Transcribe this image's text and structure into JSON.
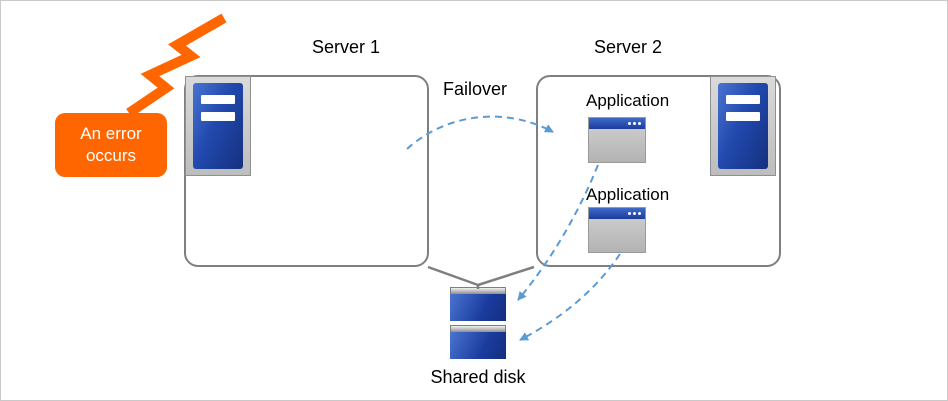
{
  "labels": {
    "error": "An error occurs",
    "server1": "Server 1",
    "server2": "Server 2",
    "failover": "Failover",
    "applications": [
      "Application",
      "Application"
    ],
    "shared_disk": "Shared disk"
  },
  "icons": {
    "error_burst": "orange zigzag lightning bolt",
    "server": "blue tower server in gray frame",
    "application": "gray window with blue titlebar and three dots",
    "shared_disk": "two stacked blue disk units"
  },
  "colors": {
    "accent_orange": "#FF6600",
    "server_blue": "#1B3C9E",
    "server_blue_light": "#4A74D0",
    "dashed_arrow_blue": "#5B9BD5",
    "connector_gray": "#7F7F7F",
    "icon_gray": "#BFBFBF",
    "text": "#000000",
    "background": "#FFFFFF"
  }
}
